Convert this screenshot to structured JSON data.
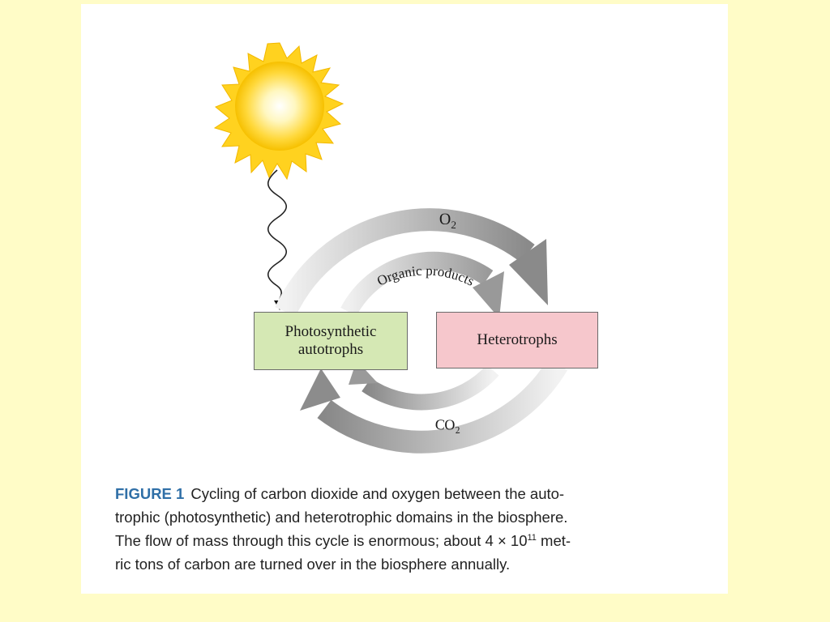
{
  "diagram": {
    "flows": {
      "oxygen": {
        "label": "O",
        "subscript": "2"
      },
      "organic": {
        "label": "Organic products"
      },
      "carbon_dioxide": {
        "label": "CO",
        "subscript": "2"
      }
    },
    "boxes": {
      "autotrophs": {
        "line1": "Photosynthetic",
        "line2": "autotrophs"
      },
      "heterotrophs": {
        "label": "Heterotrophs"
      }
    },
    "colors": {
      "autotrophs_fill": "#d5e8b4",
      "heterotrophs_fill": "#f6c7cc",
      "sun": "#ffd21f",
      "arrow_gray": "#8c8c8c",
      "figure_label": "#2f6fa7",
      "background": "#fffcc7"
    },
    "icons": [
      "sun-icon",
      "wavy-light-arrow-icon"
    ]
  },
  "caption": {
    "figure_label": "FIGURE 1",
    "line1": "Cycling of carbon dioxide and oxygen between the auto-",
    "line2": "trophic (photosynthetic) and heterotrophic domains in the biosphere.",
    "line3_before": "The flow of mass through this cycle is enormous; about 4 × 10",
    "line3_exponent": "11",
    "line3_after": " met-",
    "line4": "ric tons of carbon are turned over in the biosphere annually."
  }
}
